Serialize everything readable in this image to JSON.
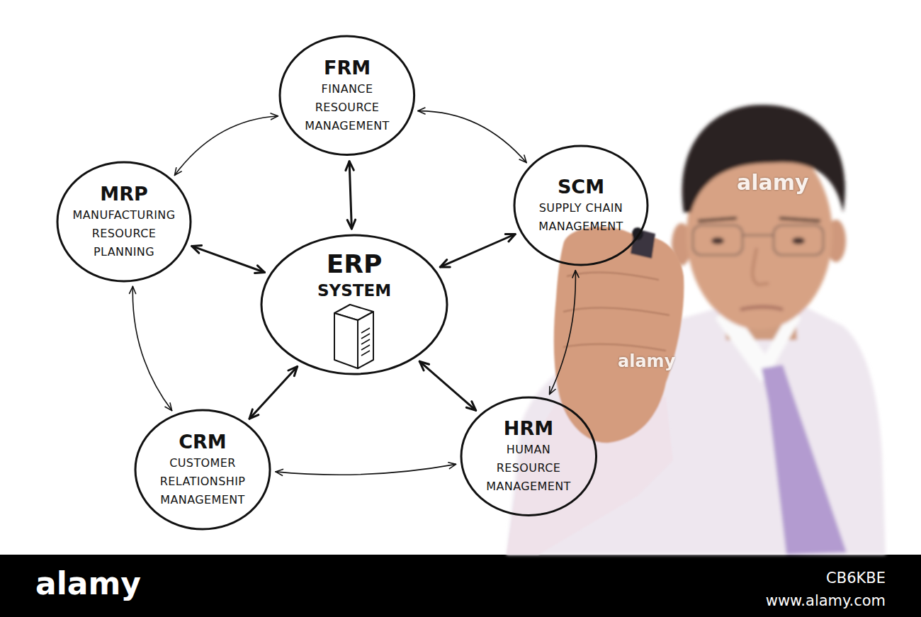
{
  "diagram": {
    "nodes": [
      {
        "text": [
          "FRM",
          "FINANCE RESOURCE MANAGEMENT"
        ]
      },
      {
        "text": [
          "MRP",
          "MANUFACTURING RESOURCE PLANNING"
        ]
      },
      {
        "text": [
          "ERP",
          "SYSTEM"
        ]
      },
      {
        "text": [
          "SCM",
          "SUPPLY CHAIN MANAGEMENT"
        ]
      },
      {
        "text": [
          "CRM",
          "CUSTOMER RELATIONSHIP MANAGEMENT"
        ]
      },
      {
        "text": [
          "HRM",
          "HUMAN RESOURCE MANAGEMENT"
        ]
      }
    ],
    "edges": [
      {
        "from": 0,
        "to": 1,
        "arrow": "both"
      },
      {
        "from": 0,
        "to": 3,
        "arrow": "both"
      },
      {
        "from": 0,
        "to": 2,
        "arrow": "both"
      },
      {
        "from": 1,
        "to": 2,
        "arrow": "both"
      },
      {
        "from": 3,
        "to": 2,
        "arrow": "both"
      },
      {
        "from": 1,
        "to": 4,
        "arrow": "both"
      },
      {
        "from": 3,
        "to": 5,
        "arrow": "both"
      },
      {
        "from": 2,
        "to": 4,
        "arrow": "both"
      },
      {
        "from": 2,
        "to": 5,
        "arrow": "both"
      },
      {
        "from": 4,
        "to": 5,
        "arrow": "both"
      }
    ],
    "labels": [
      "alamy",
      "alamy",
      "alamy",
      "CB6KBE",
      "www.alamy.com"
    ]
  }
}
